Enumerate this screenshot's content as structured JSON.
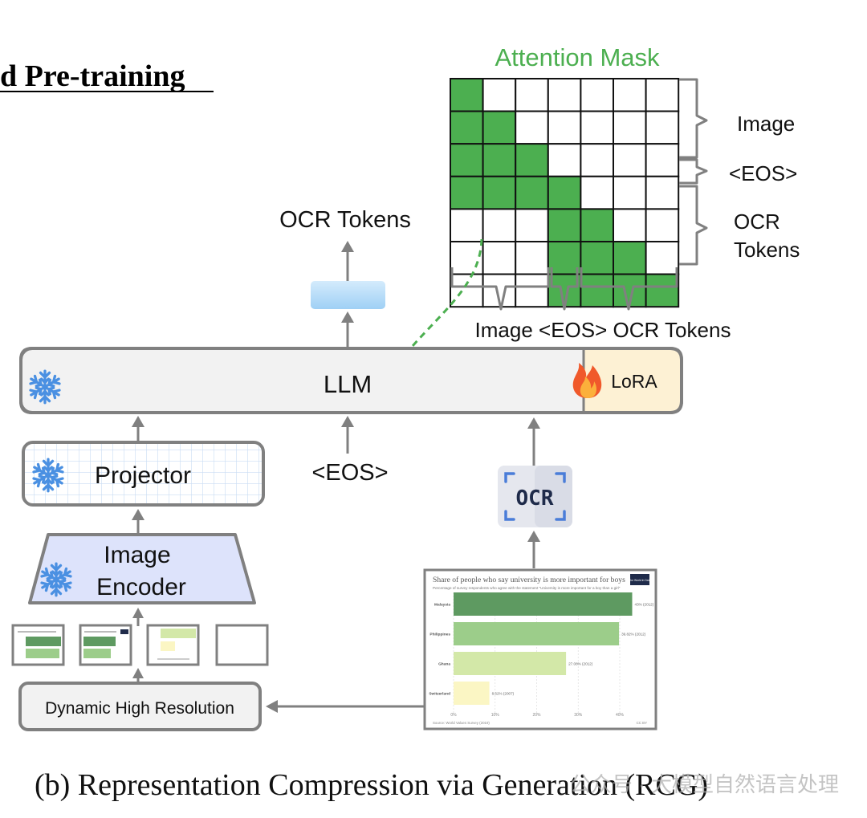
{
  "section_title": "d Pre-training",
  "caption": "(b) Representation Compression via Generation (RCG)",
  "watermark": "公众号 · 大模型自然语言处理",
  "attention_mask": {
    "title": "Attention Mask",
    "title_color": "#4CAF50",
    "fill_color": "#4CAF50",
    "segments_right": [
      "Image",
      "<EOS>",
      "OCR",
      "Tokens"
    ],
    "bottom_label": "Image <EOS> OCR Tokens",
    "rows": [
      [
        1,
        0,
        0,
        0,
        0,
        0,
        0
      ],
      [
        1,
        1,
        0,
        0,
        0,
        0,
        0
      ],
      [
        1,
        1,
        1,
        0,
        0,
        0,
        0
      ],
      [
        1,
        1,
        1,
        1,
        0,
        0,
        0
      ],
      [
        0,
        0,
        0,
        1,
        1,
        0,
        0
      ],
      [
        0,
        0,
        0,
        1,
        1,
        1,
        0
      ],
      [
        0,
        0,
        0,
        1,
        1,
        1,
        1
      ]
    ]
  },
  "ocr_tokens_label": "OCR Tokens",
  "llm_label": "LLM",
  "lora_label": "LoRA",
  "eos_label": "<EOS>",
  "ocr_icon_label": "OCR",
  "projector_label": "Projector",
  "encoder_label_1": "Image",
  "encoder_label_2": "Encoder",
  "dhr_label": "Dynamic High Resolution",
  "colors": {
    "stroke": "#808080",
    "llm_fill": "#f2f2f2",
    "lora_fill": "#fdf1d4",
    "encoder_fill": "#dde3fb",
    "projector_grid": "#c9dcf3",
    "token_fill": "#b5dcf8",
    "snowflake": "#4a90e2",
    "ocr_bg": "#e5e7ee",
    "ocr_text": "#1f2b4a",
    "ocr_corner": "#4a7dd8",
    "green_dash": "#4CAF50"
  },
  "sample_chart": {
    "title": "Share of people who say university is more important for boys",
    "subtitle": "Percentage of survey respondents who agree with the statement \"University is more important for a boy than a girl\"",
    "source": "Source: World Values Survey (2019)",
    "license": "CC BY",
    "logo": "Our World in Data",
    "chart_data": {
      "type": "bar",
      "orientation": "horizontal",
      "categories": [
        "Malaysia",
        "Philippines",
        "Ghana",
        "Switzerland"
      ],
      "values": [
        43,
        39.82,
        27.08,
        8.62
      ],
      "value_labels": [
        "43% (2012)",
        "39.82% (2012)",
        "27.08% (2012)",
        "8.62% (2007)"
      ],
      "colors": [
        "#5e9a61",
        "#9ccd8a",
        "#d3e8a8",
        "#fbf6c4"
      ],
      "xlim": [
        0,
        40
      ],
      "xticks": [
        "0%",
        "10%",
        "20%",
        "30%",
        "40%"
      ]
    }
  }
}
